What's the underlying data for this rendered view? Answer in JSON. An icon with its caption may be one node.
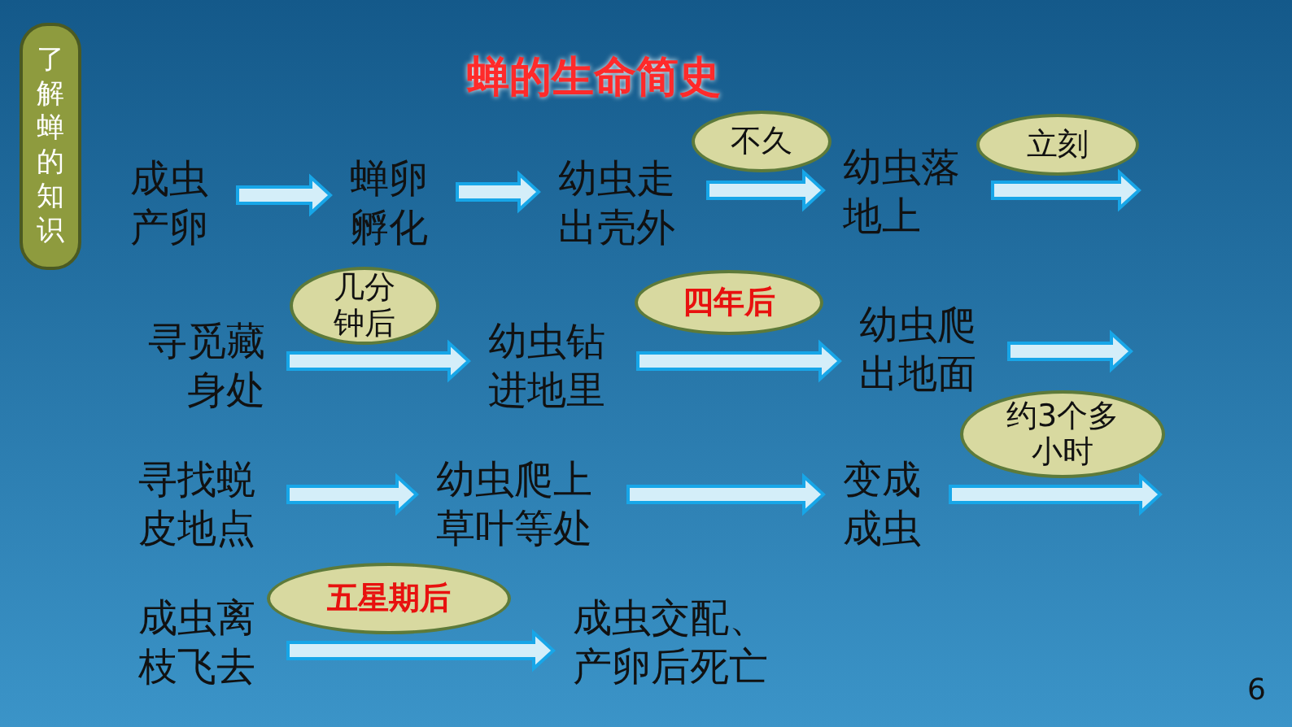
{
  "diagram": {
    "title": "蝉的生命简史",
    "nodes": [
      {
        "text": [
          "了解蝉的知识"
        ]
      },
      {
        "text": [
          "成虫产卵"
        ]
      },
      {
        "text": [
          "蝉卵孵化"
        ]
      },
      {
        "text": [
          "幼虫走出壳外"
        ]
      },
      {
        "text": [
          "幼虫落地上"
        ]
      },
      {
        "text": [
          "寻觅藏身处"
        ]
      },
      {
        "text": [
          "幼虫钻进地里"
        ]
      },
      {
        "text": [
          "幼虫爬出地面"
        ]
      },
      {
        "text": [
          "寻找蜕皮地点"
        ]
      },
      {
        "text": [
          "幼虫爬上草叶等处"
        ]
      },
      {
        "text": [
          "变成成虫"
        ]
      },
      {
        "text": [
          "成虫离枝飞去"
        ]
      },
      {
        "text": [
          "成虫交配、产卵后死亡"
        ]
      }
    ],
    "edges": [
      {
        "from": 1,
        "to": 2,
        "arrow": "to"
      },
      {
        "from": 2,
        "to": 3,
        "arrow": "to"
      },
      {
        "from": 3,
        "to": 4,
        "arrow": "to",
        "label": "不久"
      },
      {
        "from": 4,
        "to": null,
        "arrow": "to",
        "label": "立刻"
      },
      {
        "from": 5,
        "to": 6,
        "arrow": "to",
        "label": "几分钟后"
      },
      {
        "from": 6,
        "to": 7,
        "arrow": "to",
        "label": "四年后"
      },
      {
        "from": 7,
        "to": null,
        "arrow": "to"
      },
      {
        "from": 8,
        "to": 9,
        "arrow": "to"
      },
      {
        "from": 9,
        "to": 10,
        "arrow": "to"
      },
      {
        "from": 10,
        "to": null,
        "arrow": "to",
        "label": "约3个多小时"
      },
      {
        "from": 11,
        "to": 12,
        "arrow": "to",
        "label": "五星期后"
      }
    ],
    "labels": [
      "6"
    ]
  }
}
